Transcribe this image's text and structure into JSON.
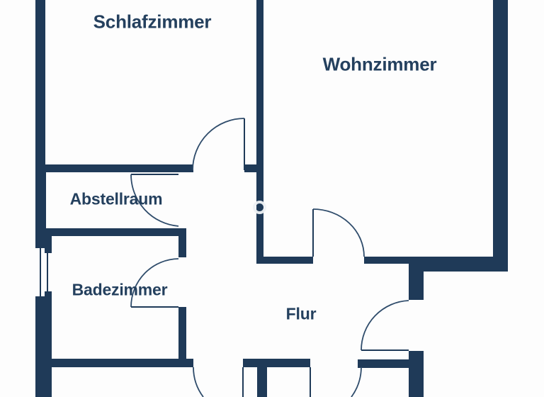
{
  "page": {
    "background": "#fdfdfd"
  },
  "colors": {
    "wall": "#1f3a58",
    "label": "#24405e",
    "door_line": "#2f4c6b",
    "watermark": "#eef1f4"
  },
  "rooms": {
    "schlafzimmer": {
      "label": "Schlafzimmer"
    },
    "wohnzimmer": {
      "label": "Wohnzimmer"
    },
    "abstellraum": {
      "label": "Abstellraum"
    },
    "badezimmer": {
      "label": "Badezimmer"
    },
    "flur": {
      "label": "Flur"
    }
  }
}
